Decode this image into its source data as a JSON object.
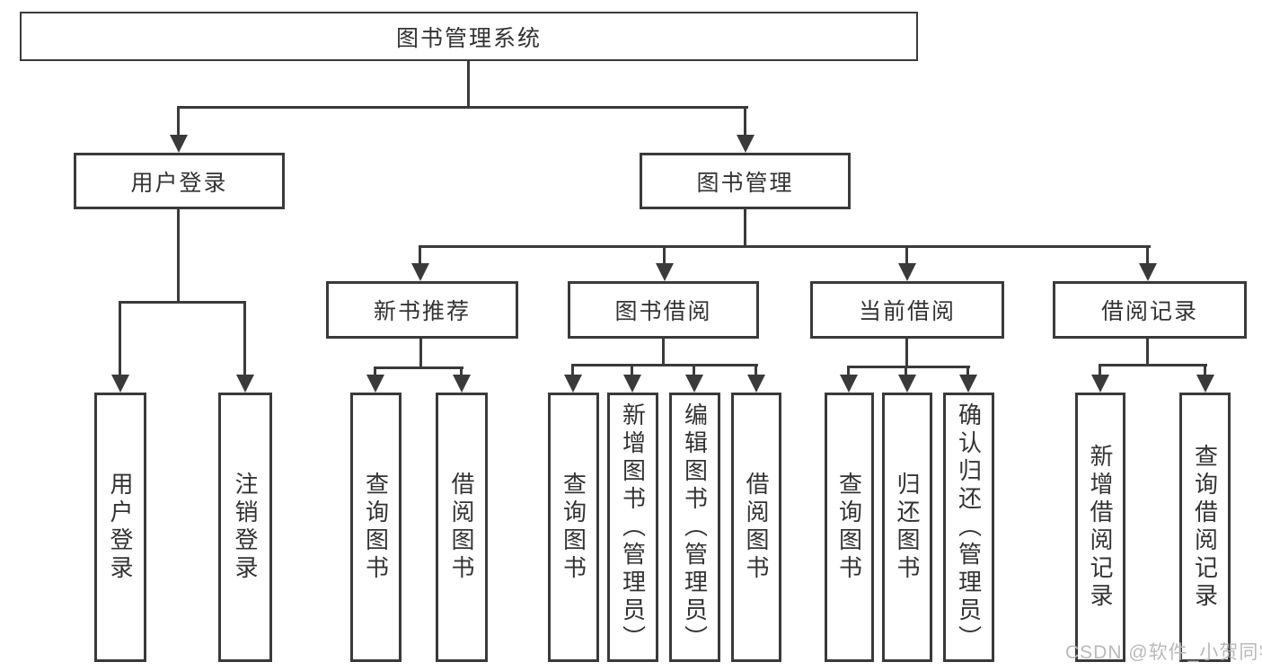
{
  "tree": {
    "label": "图书管理系统",
    "children": [
      {
        "label": "用户登录",
        "children": [
          {
            "label": "用户登录"
          },
          {
            "label": "注销登录"
          }
        ]
      },
      {
        "label": "图书管理",
        "children": [
          {
            "label": "新书推荐",
            "children": [
              {
                "label": "查询图书"
              },
              {
                "label": "借阅图书"
              }
            ]
          },
          {
            "label": "图书借阅",
            "children": [
              {
                "label": "查询图书"
              },
              {
                "label": "新增图书（管理员）"
              },
              {
                "label": "编辑图书（管理员）"
              },
              {
                "label": "借阅图书"
              }
            ]
          },
          {
            "label": "当前借阅",
            "children": [
              {
                "label": "查询图书"
              },
              {
                "label": "归还图书"
              },
              {
                "label": "确认归还（管理员）"
              }
            ]
          },
          {
            "label": "借阅记录",
            "children": [
              {
                "label": "新增借阅记录"
              },
              {
                "label": "查询借阅记录"
              }
            ]
          }
        ]
      }
    ]
  },
  "watermark": {
    "text": "CSDN @软件_小贺同学"
  },
  "colors": {
    "line": "#3a3a3a",
    "text": "#333333",
    "box_fill": "#ffffff",
    "watermark": "#b9b9b9",
    "background": "#ffffff"
  }
}
